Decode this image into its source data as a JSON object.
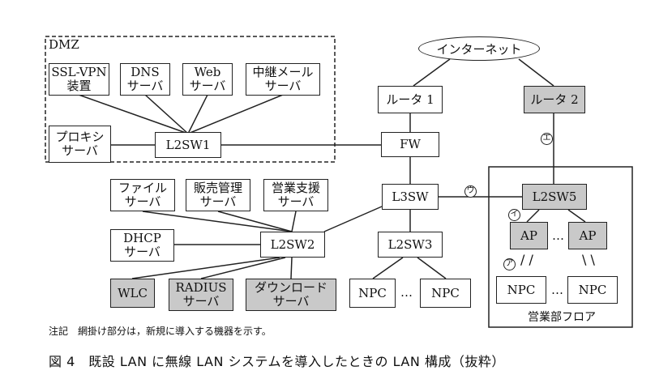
{
  "regions": {
    "dmz": "DMZ",
    "sales_floor": "営業部フロア"
  },
  "internet": "インターネット",
  "devices": {
    "ssl_vpn": "SSL-VPN\n装置",
    "dns": "DNS\nサーバ",
    "web": "Web\nサーバ",
    "relay_mail": "中継メール\nサーバ",
    "proxy": "プロキシ\nサーバ",
    "l2sw1": "L2SW1",
    "router1": "ルータ 1",
    "router2": "ルータ 2",
    "fw": "FW",
    "l3sw": "L3SW",
    "l2sw2": "L2SW2",
    "l2sw3": "L2SW3",
    "l2sw5": "L2SW5",
    "file": "ファイル\nサーバ",
    "sales_mgmt": "販売管理\nサーバ",
    "sales_support": "営業支援\nサーバ",
    "dhcp": "DHCP\nサーバ",
    "wlc": "WLC",
    "radius": "RADIUS\nサーバ",
    "download": "ダウンロード\nサーバ",
    "npc1": "NPC",
    "npc2": "NPC",
    "ap1": "AP",
    "ap2": "AP",
    "npc3": "NPC",
    "npc4": "NPC"
  },
  "ellipsis": "…",
  "markers": {
    "a": "ア",
    "i": "イ",
    "u": "ウ",
    "e": "エ"
  },
  "note": "注記　網掛け部分は，新規に導入する機器を示す。",
  "caption": "図 4　既設 LAN に無線 LAN システムを導入したときの LAN 構成（抜粋）"
}
